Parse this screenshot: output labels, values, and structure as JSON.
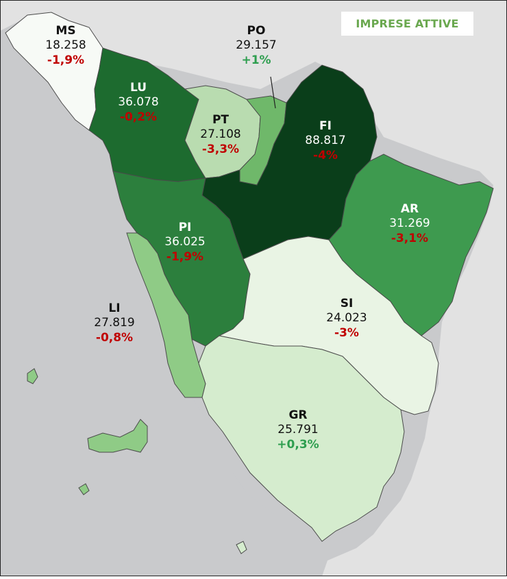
{
  "title": "IMPRESE ATTIVE",
  "colors": {
    "title": "#6aa84f",
    "positive": "#2e9e4f",
    "negative": "#c00000",
    "sea": "#c9cacc",
    "land_outside": "#e0e0e0",
    "border": "#4a4a4a"
  },
  "provinces": [
    {
      "code": "MS",
      "value": "18.258",
      "change": "-1,9%",
      "sign": "negative",
      "fill": "#f7faf6"
    },
    {
      "code": "LU",
      "value": "36.078",
      "change": "-0,2%",
      "sign": "negative",
      "fill": "#1d6b2f"
    },
    {
      "code": "PT",
      "value": "27.108",
      "change": "-3,3%",
      "sign": "negative",
      "fill": "#b9dcb0"
    },
    {
      "code": "PO",
      "value": "29.157",
      "change": "+1%",
      "sign": "positive",
      "fill": "#6fb86a"
    },
    {
      "code": "FI",
      "value": "88.817",
      "change": "-4%",
      "sign": "negative",
      "fill": "#0a3e1a"
    },
    {
      "code": "AR",
      "value": "31.269",
      "change": "-3,1%",
      "sign": "negative",
      "fill": "#3e9a4f"
    },
    {
      "code": "PI",
      "value": "36.025",
      "change": "-1,9%",
      "sign": "negative",
      "fill": "#2c7f3d"
    },
    {
      "code": "LI",
      "value": "27.819",
      "change": "-0,8%",
      "sign": "negative",
      "fill": "#8fcb86"
    },
    {
      "code": "SI",
      "value": "24.023",
      "change": "-3%",
      "sign": "negative",
      "fill": "#e9f4e4"
    },
    {
      "code": "GR",
      "value": "25.791",
      "change": "+0,3%",
      "sign": "positive",
      "fill": "#d5ecce"
    }
  ]
}
